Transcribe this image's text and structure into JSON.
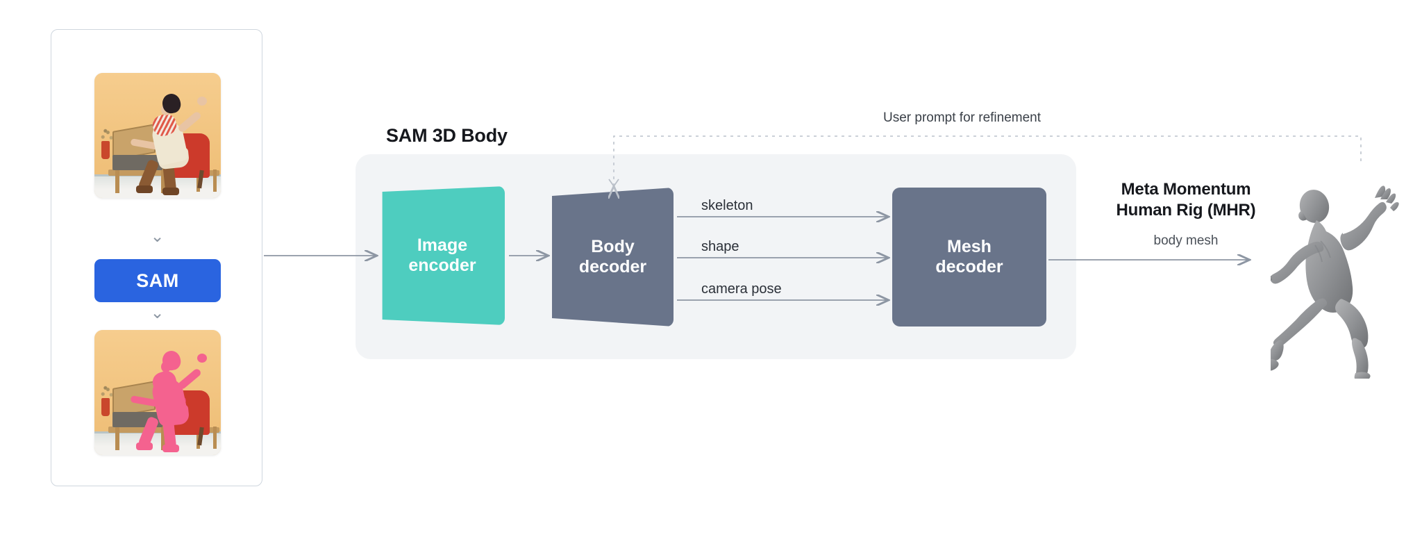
{
  "diagram": {
    "title": "SAM 3D Body",
    "output_title_line1": "Meta Momentum",
    "output_title_line2": "Human Rig (MHR)",
    "output_subtitle": "body mesh",
    "refinement_label": "User prompt for refinement"
  },
  "input_panel": {
    "source_image_caption": "woman-with-record-player-photo",
    "segmented_image_caption": "woman-segmented-pink-mask",
    "sam_button_label": "SAM",
    "chevron_glyph": "⌄"
  },
  "pipeline": {
    "blocks": [
      {
        "id": "image-encoder",
        "line1": "Image",
        "line2": "encoder",
        "color": "#4ecdbf"
      },
      {
        "id": "body-decoder",
        "line1": "Body",
        "line2": "decoder",
        "color": "#69748a"
      },
      {
        "id": "mesh-decoder",
        "line1": "Mesh",
        "line2": "decoder",
        "color": "#69748a"
      }
    ],
    "connections": [
      {
        "id": "skeleton",
        "label": "skeleton"
      },
      {
        "id": "shape",
        "label": "shape"
      },
      {
        "id": "camera-pose",
        "label": "camera pose"
      }
    ]
  },
  "colors": {
    "sam_blue": "#2a64e0",
    "encoder_teal": "#4ecdbf",
    "decoder_slate": "#69748a",
    "group_background": "#f2f4f6",
    "arrow_gray": "#8d96a3",
    "dashed_gray": "#c4cad2",
    "mask_pink": "#f4628f"
  }
}
